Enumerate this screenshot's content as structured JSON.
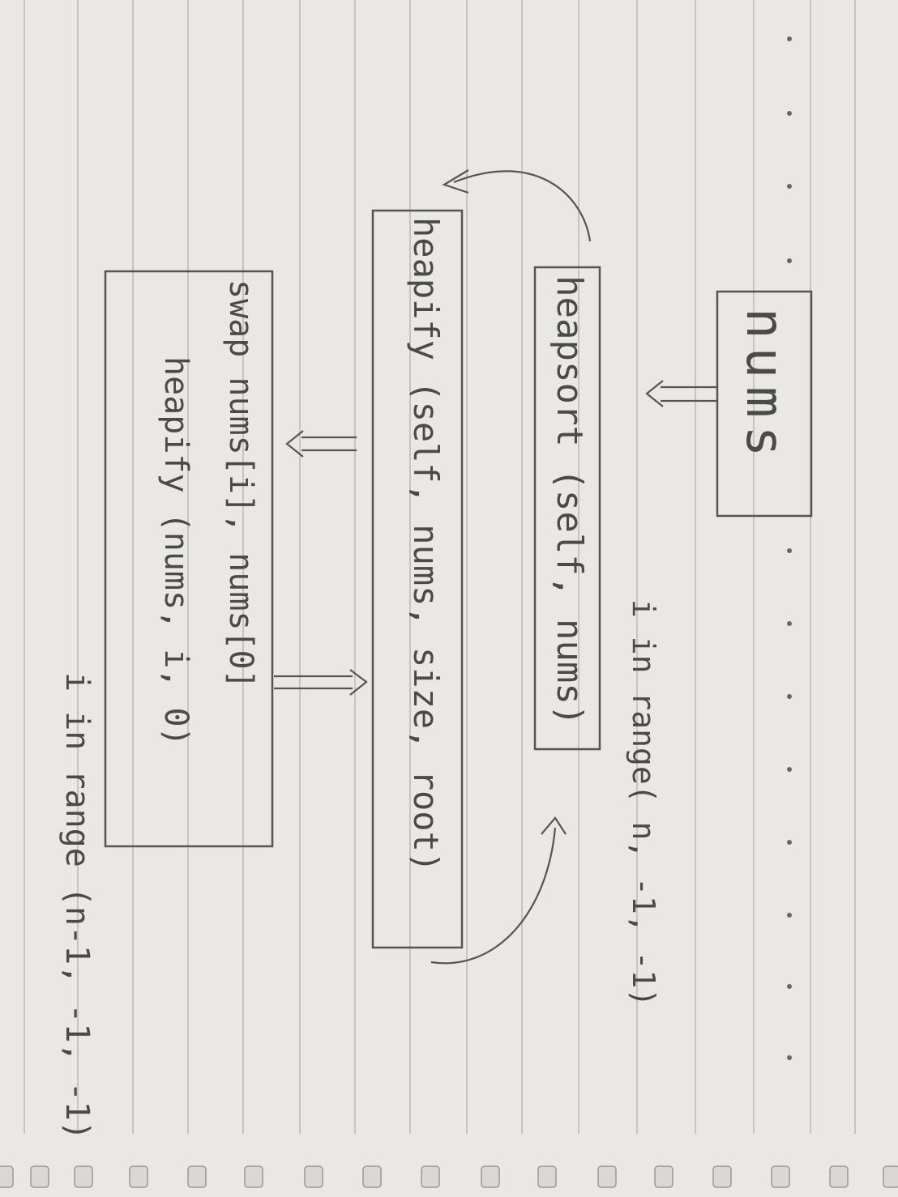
{
  "diagram": {
    "nums_box": {
      "label": "nums"
    },
    "heapsort_box": {
      "label": "heapsort (self, nums)"
    },
    "heapify_box": {
      "label": "heapify (self, nums, size, root)"
    },
    "swap_box": {
      "line1": "swap nums[i], nums[0]",
      "line2": "heapify (nums, i, 0)"
    },
    "loop_outer": {
      "label": "i in range( n, -1, -1)"
    },
    "loop_inner": {
      "label": "i in range (n-1, -1, -1)"
    }
  },
  "colors": {
    "paper": "#e9e8e4",
    "rule_line": "#b9b8b4",
    "pencil": "#555555",
    "binding_ring": "#d9d8d4"
  },
  "icons": {
    "arrows": [
      "double-arrow-down",
      "double-arrow-down",
      "double-arrow-up",
      "curved-loop-arrow",
      "curved-loop-arrow"
    ]
  }
}
